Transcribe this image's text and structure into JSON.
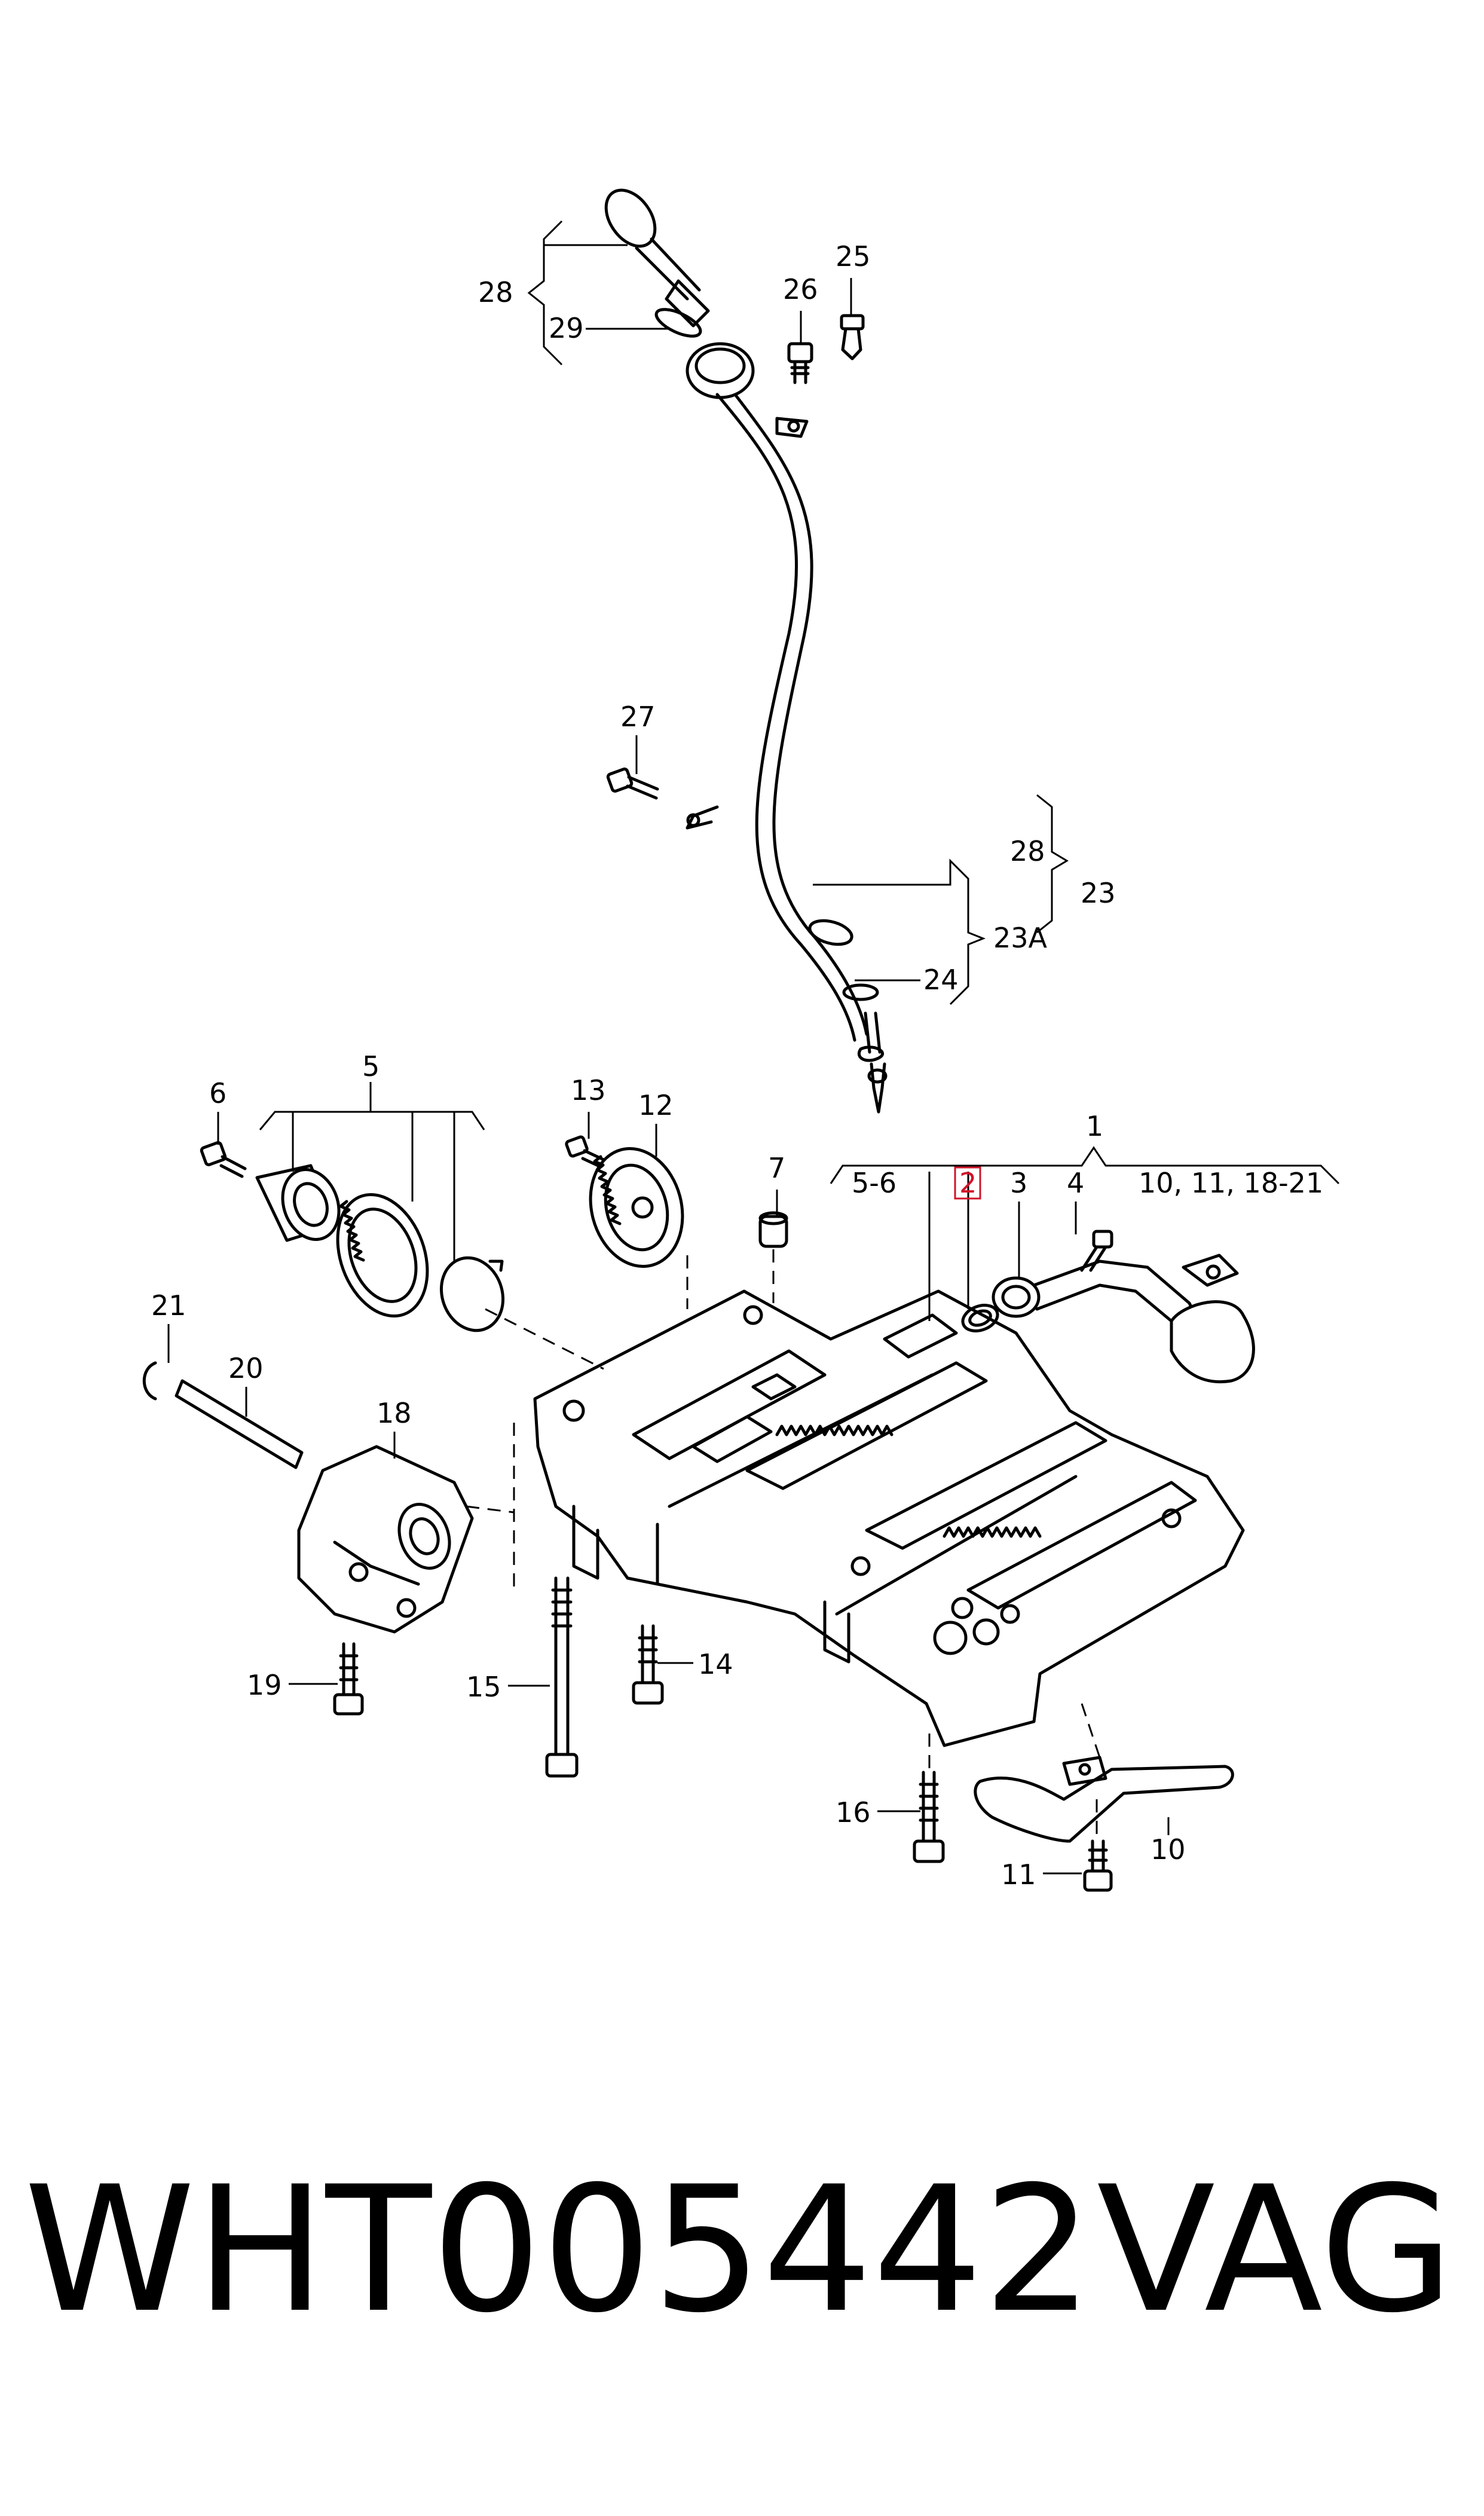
{
  "callouts": {
    "c1": "1",
    "c56": "5-6",
    "c2": "2",
    "c3": "3",
    "c4": "4",
    "c10group": "10, 11, 18-21",
    "c5": "5",
    "c6": "6",
    "c7": "7",
    "c10": "10",
    "c11": "11",
    "c12": "12",
    "c13": "13",
    "c14": "14",
    "c15": "15",
    "c16": "16",
    "c18": "18",
    "c19": "19",
    "c20": "20",
    "c21": "21",
    "c23": "23",
    "c23a": "23A",
    "c24": "24",
    "c25": "25",
    "c26": "26",
    "c27": "27",
    "c28top": "28",
    "c28right": "28",
    "c29": "29"
  },
  "footer": {
    "part_number": "WHT005442",
    "brand": "VAG"
  },
  "colors": {
    "ink": "#000000",
    "highlight": "#d0142a",
    "background": "#ffffff"
  }
}
